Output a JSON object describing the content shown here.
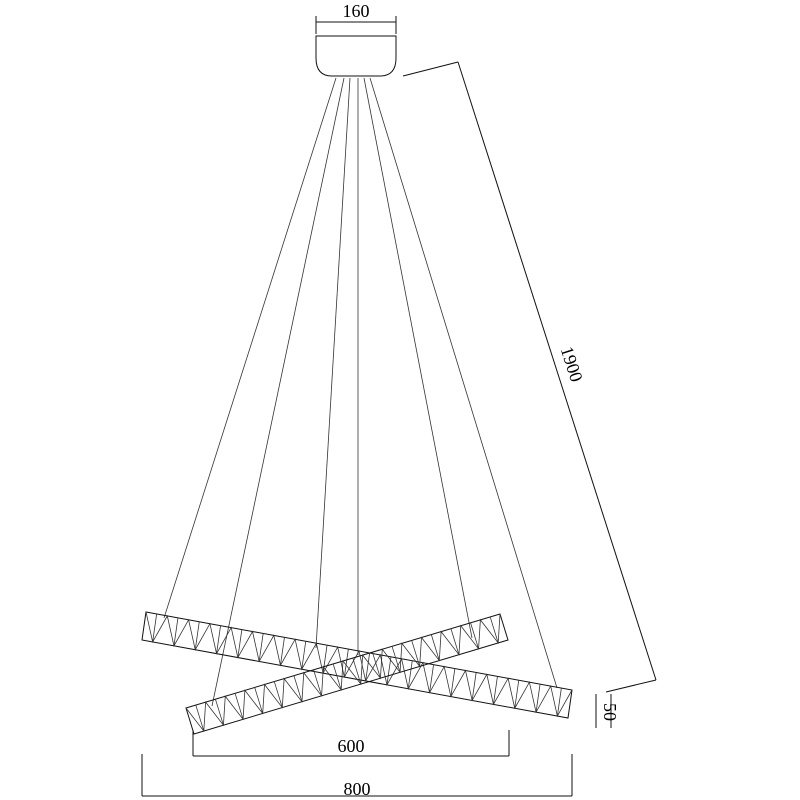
{
  "drawing": {
    "dimensions": {
      "canopy_width": "160",
      "overall_height": "1900",
      "ring_thickness": "50",
      "inner_ring_span": "600",
      "outer_ring_span": "800"
    }
  }
}
